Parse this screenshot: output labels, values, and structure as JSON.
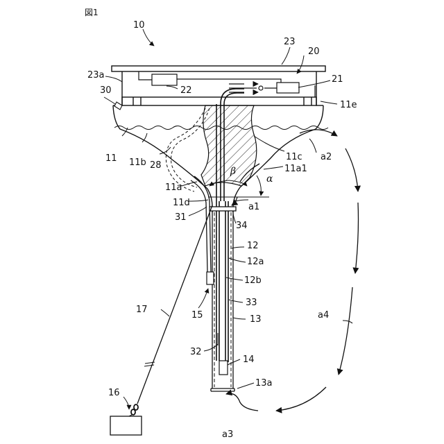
{
  "figure": {
    "number": "図1"
  },
  "labels": {
    "l10": "10",
    "l23": "23",
    "l20": "20",
    "l23a": "23a",
    "l21": "21",
    "l22": "22",
    "l30": "30",
    "l11e": "11e",
    "l11": "11",
    "l11b": "11b",
    "l11c": "11c",
    "l11a1": "11a1",
    "la2": "a2",
    "l28": "28",
    "l11a": "11a",
    "lbeta": "β",
    "lalpha": "α",
    "l11d": "11d",
    "la1": "a1",
    "l31": "31",
    "l34": "34",
    "l12": "12",
    "l12a": "12a",
    "l12b": "12b",
    "l15": "15",
    "l33": "33",
    "l17": "17",
    "l13": "13",
    "la4": "a4",
    "l32": "32",
    "l14": "14",
    "l13a": "13a",
    "l16": "16",
    "la3": "a3"
  }
}
